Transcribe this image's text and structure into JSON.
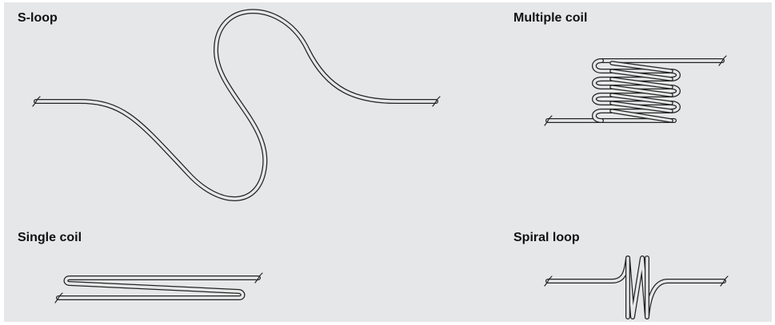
{
  "panels": {
    "s_loop": {
      "label": "S-loop"
    },
    "multiple_coil": {
      "label": "Multiple coil"
    },
    "single_coil": {
      "label": "Single coil"
    },
    "spiral_loop": {
      "label": "Spiral loop"
    }
  }
}
